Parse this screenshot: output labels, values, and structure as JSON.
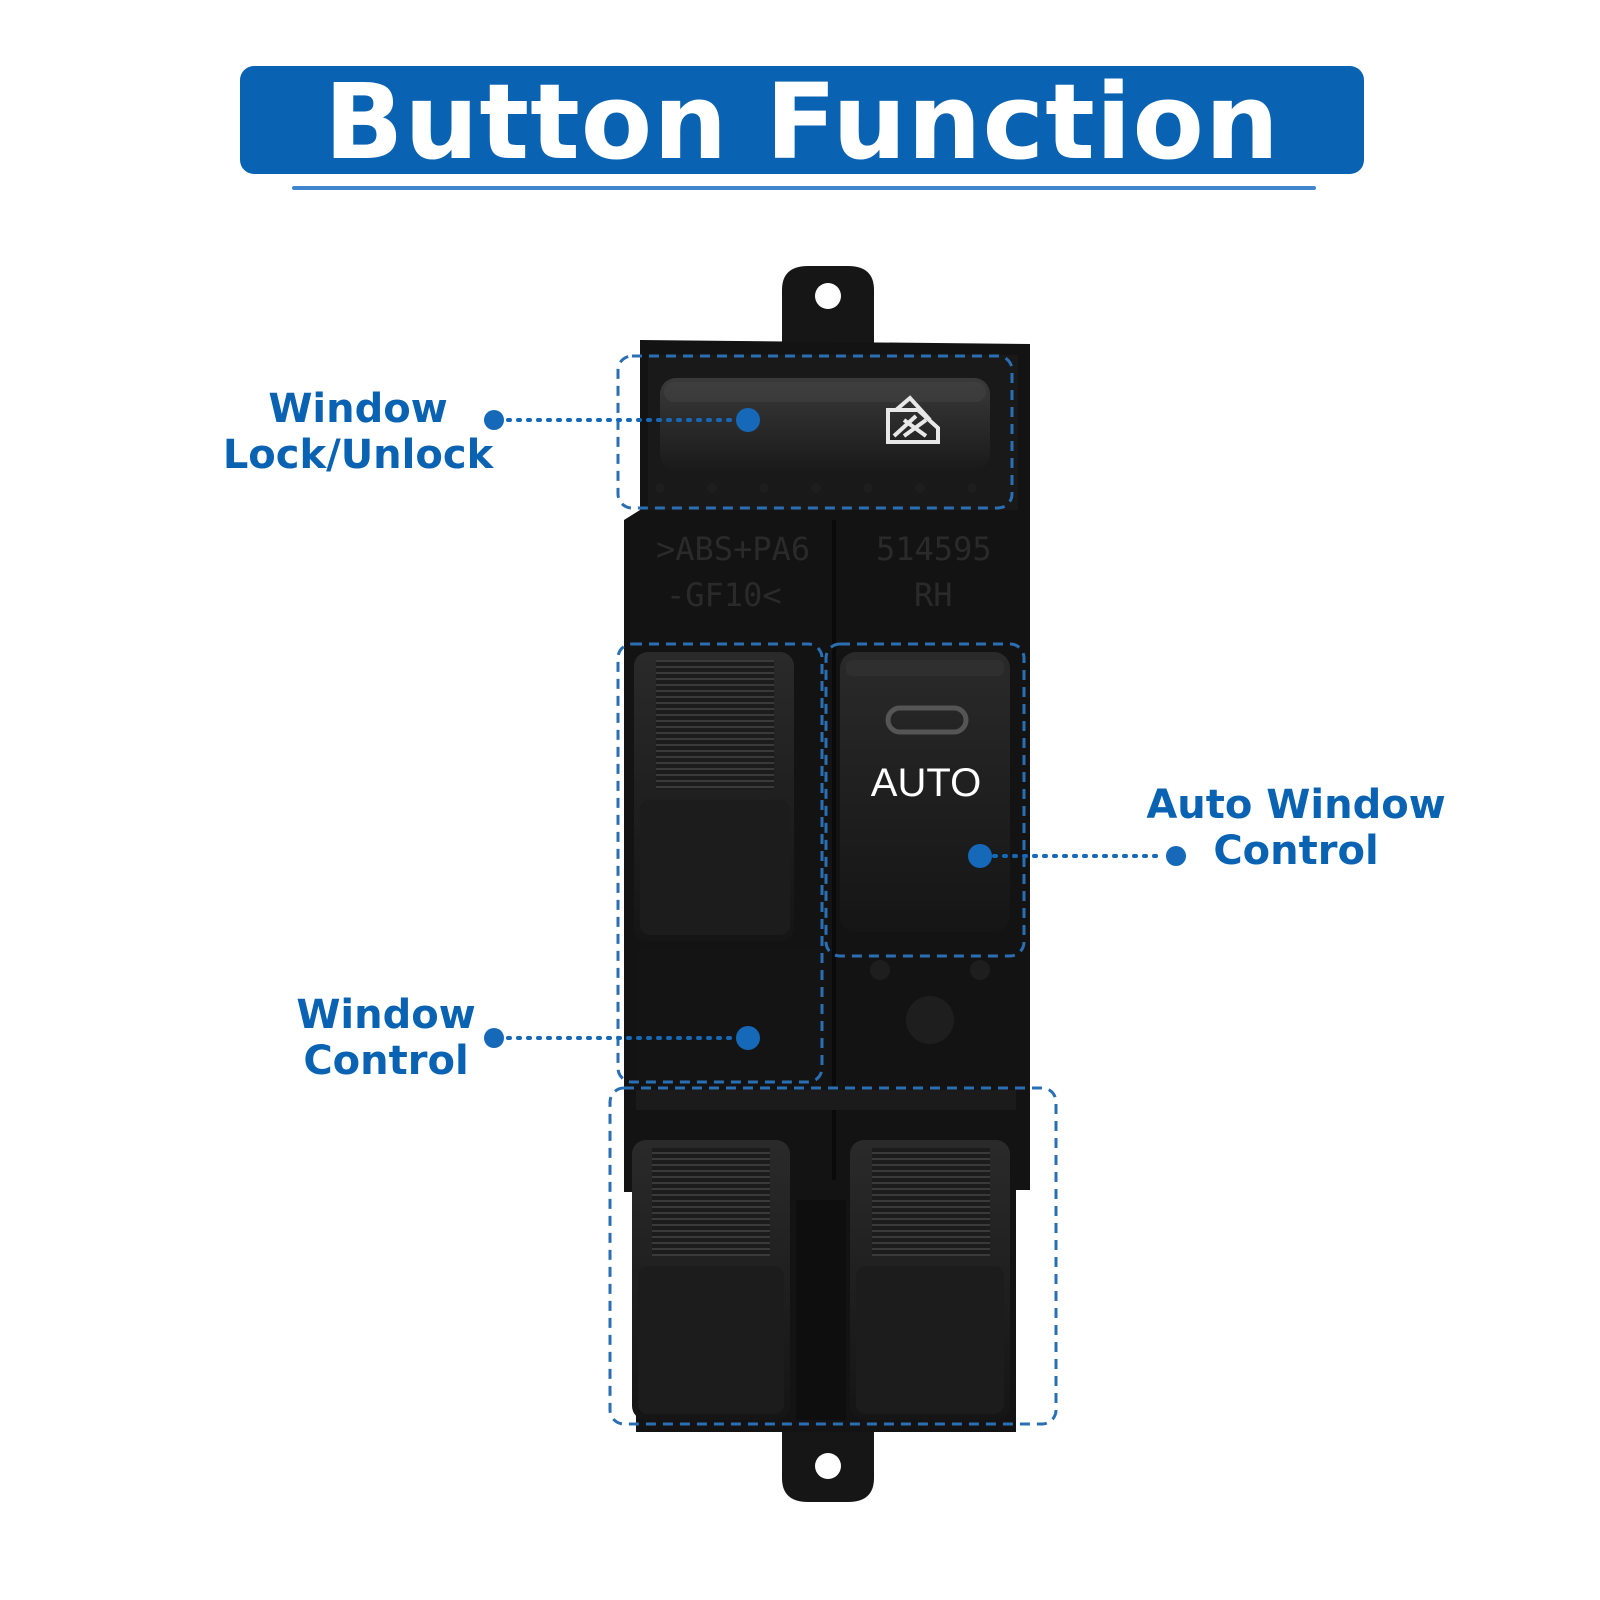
{
  "title": "Button Function",
  "switch_labels": {
    "plastic_code_line1": ">ABS+PA6",
    "plastic_code_line2": "-GF10<",
    "part_number": "514595",
    "side": "RH",
    "auto_button": "AUTO"
  },
  "callouts": {
    "window_lock": {
      "line1": "Window",
      "line2": "Lock/Unlock"
    },
    "window_control": {
      "line1": "Window",
      "line2": "Control"
    },
    "auto_window": {
      "line1": "Auto Window",
      "line2": "Control"
    }
  },
  "icons": {
    "lock_button_icon": "window-lock-icon",
    "auto_button_icon": "auto-indicator-icon"
  },
  "colors": {
    "brand_blue": "#0a63b2",
    "callout_blue": "#1669b8",
    "housing": "#141414",
    "button": "#1e1e1e"
  }
}
